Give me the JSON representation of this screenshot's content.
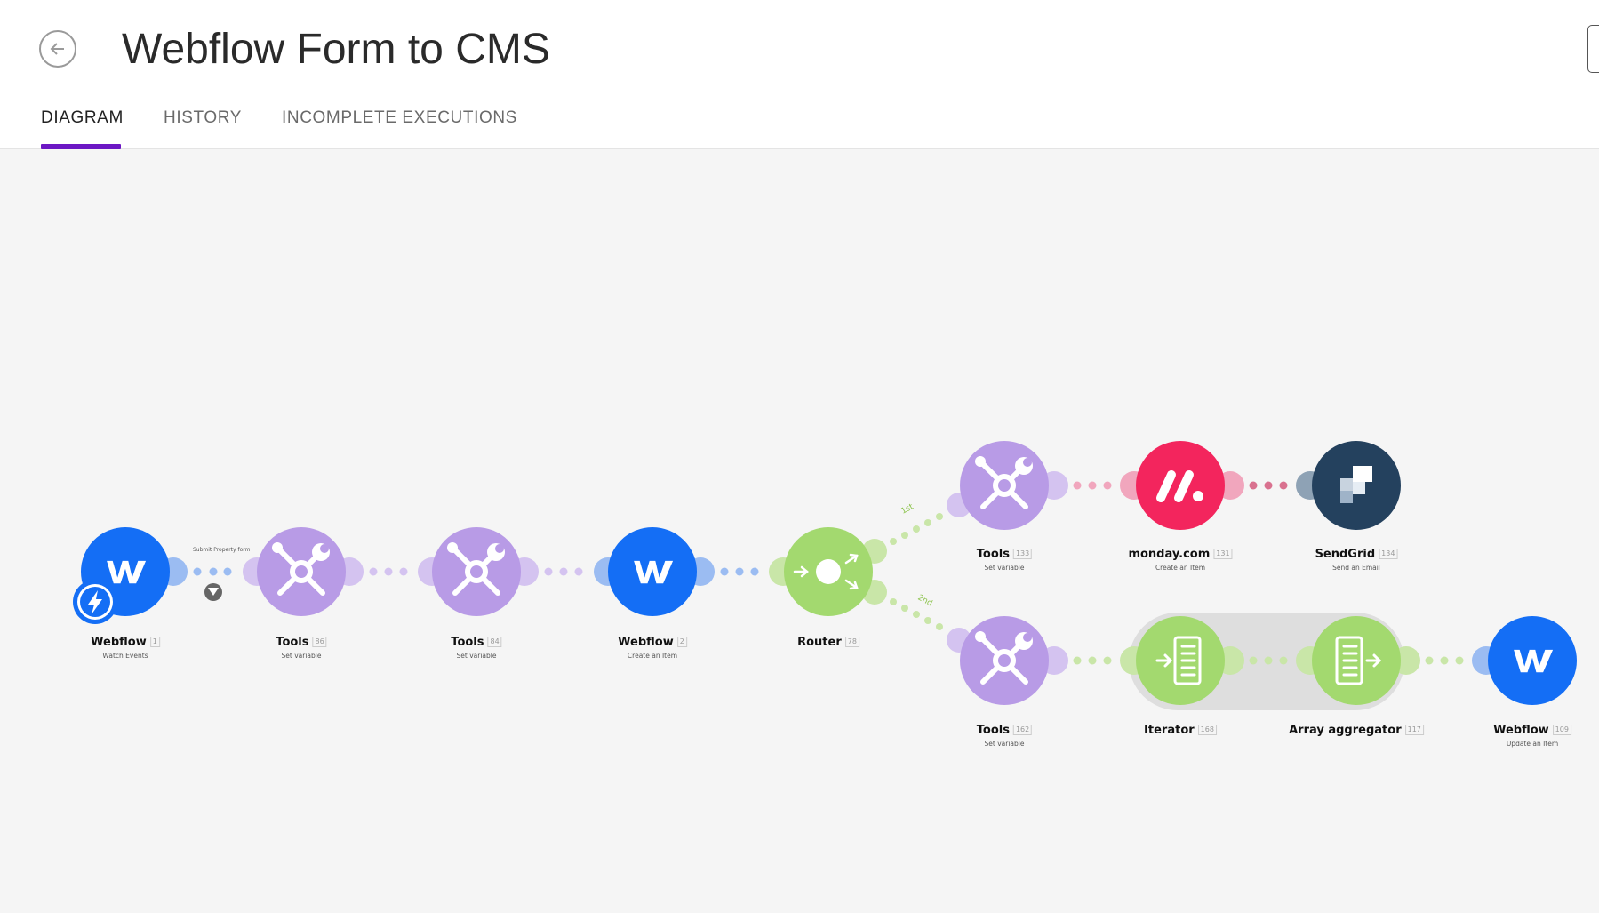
{
  "header": {
    "back_icon": "arrow-left-icon",
    "title": "Webflow Form to CMS",
    "tabs": [
      {
        "label": "DIAGRAM",
        "active": true
      },
      {
        "label": "HISTORY",
        "active": false
      },
      {
        "label": "INCOMPLETE EXECUTIONS",
        "active": false
      }
    ]
  },
  "colors": {
    "accent": "#6c17c4",
    "webflow": "#146ef5",
    "tools": "#b89be6",
    "router": "#a3d96f",
    "monday": "#f3255d",
    "sendgrid": "#24415e",
    "dots_blue": "#9bbcf2",
    "dots_purple": "#d4c3f0",
    "dots_green": "#c9e6a8",
    "dots_pink": "#f1a6bd"
  },
  "scenario": {
    "trigger_icon": "lightning-icon",
    "filter": {
      "label": "Submit Property form",
      "icon": "filter-icon"
    },
    "routes": [
      "1st",
      "2nd"
    ],
    "nodes": [
      {
        "key": "webflow-1",
        "name": "Webflow",
        "id": "1",
        "sub": "Watch Events",
        "icon": "webflow-icon"
      },
      {
        "key": "tools-86",
        "name": "Tools",
        "id": "86",
        "sub": "Set variable",
        "icon": "tools-icon"
      },
      {
        "key": "tools-84",
        "name": "Tools",
        "id": "84",
        "sub": "Set variable",
        "icon": "tools-icon"
      },
      {
        "key": "webflow-2",
        "name": "Webflow",
        "id": "2",
        "sub": "Create an Item",
        "icon": "webflow-icon"
      },
      {
        "key": "router-78",
        "name": "Router",
        "id": "78",
        "sub": "",
        "icon": "router-icon"
      },
      {
        "key": "tools-133",
        "name": "Tools",
        "id": "133",
        "sub": "Set variable",
        "icon": "tools-icon"
      },
      {
        "key": "monday-131",
        "name": "monday.com",
        "id": "131",
        "sub": "Create an Item",
        "icon": "monday-icon"
      },
      {
        "key": "sendgrid-134",
        "name": "SendGrid",
        "id": "134",
        "sub": "Send an Email",
        "icon": "sendgrid-icon"
      },
      {
        "key": "tools-162",
        "name": "Tools",
        "id": "162",
        "sub": "Set variable",
        "icon": "tools-icon"
      },
      {
        "key": "iterator-168",
        "name": "Iterator",
        "id": "168",
        "sub": "",
        "icon": "iterator-icon"
      },
      {
        "key": "aggregator-117",
        "name": "Array aggregator",
        "id": "117",
        "sub": "",
        "icon": "array-aggregator-icon"
      },
      {
        "key": "webflow-109",
        "name": "Webflow",
        "id": "109",
        "sub": "Update an Item",
        "icon": "webflow-icon"
      }
    ]
  }
}
